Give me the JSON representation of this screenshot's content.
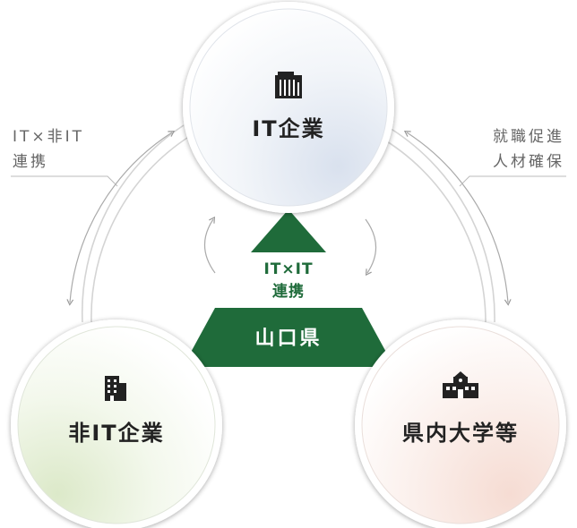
{
  "nodes": {
    "it_company": {
      "label": "IT企業",
      "icon": "office-building-icon"
    },
    "non_it_company": {
      "label": "非IT企業",
      "icon": "building-icon"
    },
    "university": {
      "label": "県内大学等",
      "icon": "school-icon"
    }
  },
  "center": {
    "collab_line1": "IT×IT",
    "collab_line2": "連携",
    "prefecture": "山口県"
  },
  "side_labels": {
    "left_line1": "IT×非IT",
    "left_line2": "連携",
    "right_line1": "就職促進",
    "right_line2": "人材確保"
  },
  "colors": {
    "accent_green": "#1f6b3a",
    "text_dark": "#222222",
    "text_gray": "#666666"
  }
}
